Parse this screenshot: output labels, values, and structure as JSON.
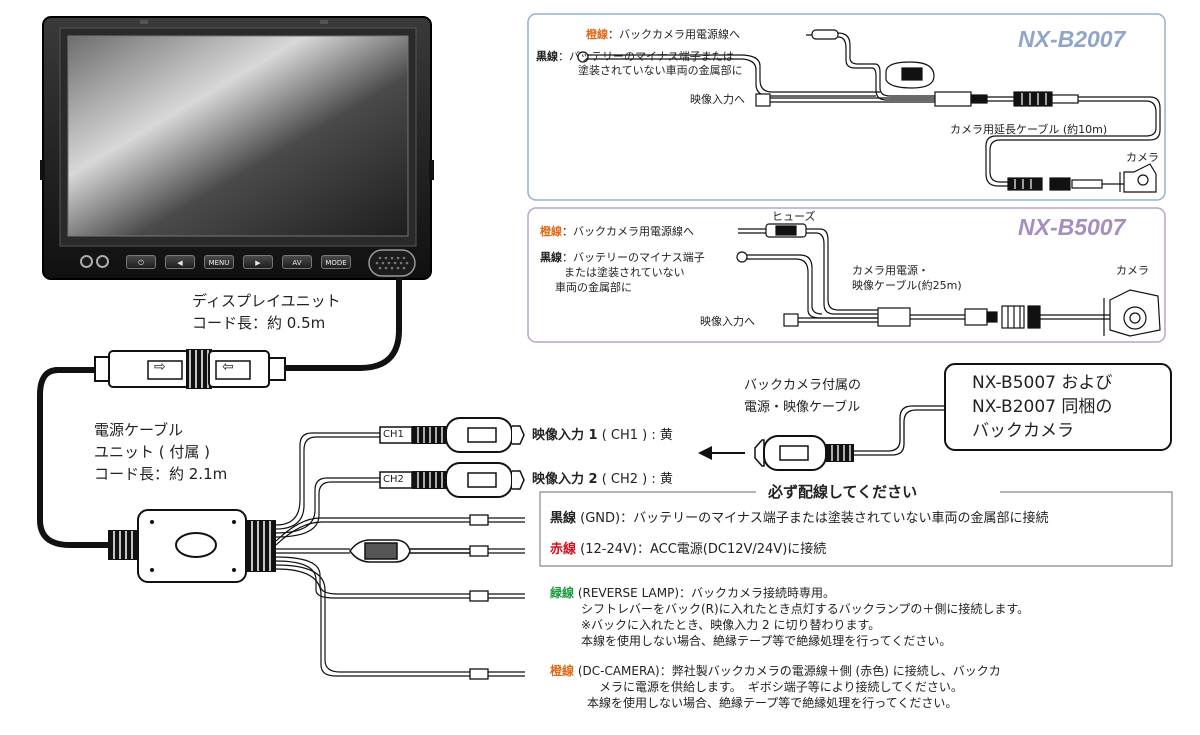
{
  "b2007": {
    "model": "NX-B2007",
    "orange_label": "橙線",
    "orange_text": "：バックカメラ用電源線へ",
    "black_label": "黒線",
    "black_text_1": "：バッテリーのマイナス端子または",
    "black_text_2": "塗装されていない車両の金属部に",
    "video_in": "映像入力へ",
    "ext_cable": "カメラ用延長ケーブル (約10m)",
    "camera": "カメラ"
  },
  "b5007": {
    "model": "NX-B5007",
    "orange_label": "橙線",
    "orange_text": "：バックカメラ用電源線へ",
    "fuse": "ヒューズ",
    "black_label": "黒線",
    "black_text_1": "：バッテリーのマイナス端子",
    "black_text_2": "または塗装されていない",
    "black_text_3": "車両の金属部に",
    "power_video_1": "カメラ用電源・",
    "power_video_2": "映像ケーブル(約25m)",
    "camera": "カメラ",
    "video_in": "映像入力へ"
  },
  "monitor": {
    "buttons": [
      "⏻",
      "◀",
      "MENU",
      "▶",
      "AV",
      "MODE"
    ]
  },
  "display_unit": {
    "line1": "ディスプレイユニット",
    "line2": "コード長：約 0.5m"
  },
  "power_unit": {
    "line1": "電源ケーブル",
    "line2": "ユニット ( 付属 )",
    "line3": "コード長：約 2.1m"
  },
  "connectors": {
    "arrow1": "⇨",
    "arrow2": "⇦",
    "ch1": "CH1",
    "ch2": "CH2"
  },
  "inputs": {
    "in1_bold": "映像入力 1",
    "in1_rest": " ( CH1 ) : 黄",
    "in2_bold": "映像入力 2",
    "in2_rest": " ( CH2 ) : 黄"
  },
  "accessory": {
    "line1": "バックカメラ付属の",
    "line2": "電源・映像ケーブル",
    "callout_1": "NX-B5007 および",
    "callout_2": "NX-B2007 同梱の",
    "callout_3": "バックカメラ"
  },
  "must_wire": {
    "title": "必ず配線してください",
    "black_label": "黒線",
    "black_text": " (GND)：バッテリーのマイナス端子または塗装されていない車両の金属部に接続",
    "red_label": "赤線",
    "red_text": " (12-24V)：ACC電源(DC12V/24V)に接続"
  },
  "green_wire": {
    "label": "緑線",
    "l1": " (REVERSE LAMP)：バックカメラ接続時専用。",
    "l2": "シフトレバーをバック(R)に入れたとき点灯するバックランプの＋側に接続します。",
    "l3": "※バックに入れたとき、映像入力 2 に切り替わります。",
    "l4": "本線を使用しない場合、絶縁テープ等で絶縁処理を行ってください。"
  },
  "orange_wire": {
    "label": "橙線",
    "l1": " (DC-CAMERA)：弊社製バックカメラの電源線＋側 (赤色) に接続し、バックカ",
    "l2": "メラに電源を供給します。　ギボシ端子等により接続してください。",
    "l3": "本線を使用しない場合、絶縁テープ等で絶縁処理を行ってください。"
  },
  "colors": {
    "orange": "#e06a1a",
    "red": "#d4101f",
    "green": "#1a9a3a",
    "b2007_frame": "#8fb0d8",
    "b5007_frame": "#b9a2cc",
    "model_color": "#8fa6c8",
    "model5_color": "#a58ec0"
  }
}
